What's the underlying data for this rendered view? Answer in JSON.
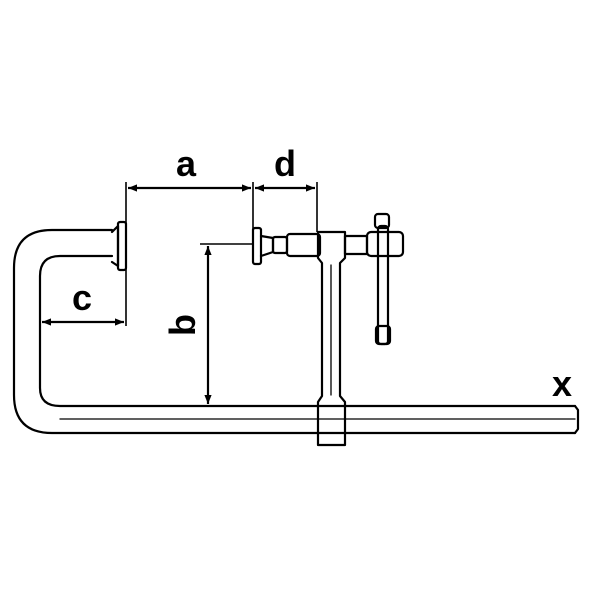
{
  "diagram": {
    "labels": {
      "a": "a",
      "b": "b",
      "c": "c",
      "d": "d",
      "x": "x"
    },
    "colors": {
      "line": "#000000",
      "background": "#ffffff"
    }
  }
}
